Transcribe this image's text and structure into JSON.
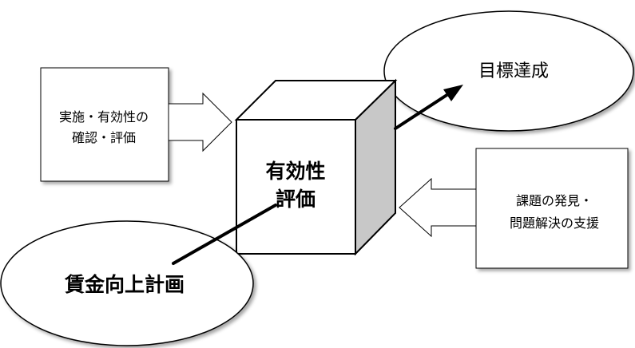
{
  "left_box": {
    "line1": "実施・有効性の",
    "line2": "確認・評価"
  },
  "right_box": {
    "line1": "課題の発見・",
    "line2": "問題解決の支援"
  },
  "cube": {
    "line1": "有効性",
    "line2": "評価"
  },
  "goal_ellipse": {
    "label": "目標達成"
  },
  "plan_ellipse": {
    "label": "賃金向上計画"
  },
  "colors": {
    "stroke": "#000000",
    "fill": "#ffffff",
    "cube_side": "#c8c8c8",
    "cube_top": "#ffffff"
  }
}
